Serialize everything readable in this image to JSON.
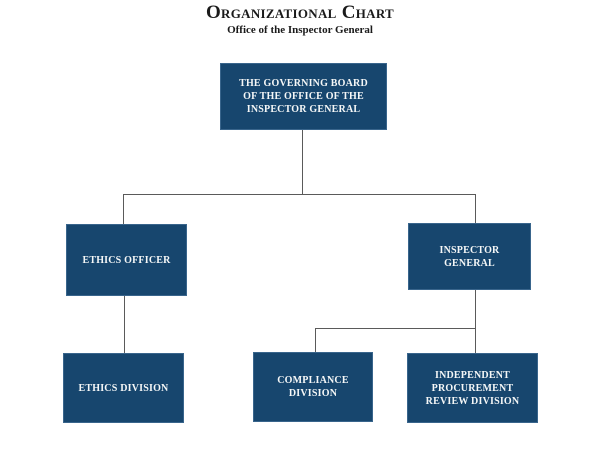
{
  "page": {
    "title": "Organizational Chart",
    "subtitle": "Office of the Inspector General"
  },
  "colors": {
    "background": "#ffffff",
    "box_fill": "#17466e",
    "box_border": "#39658c",
    "box_text": "#f5f7f7",
    "connector": "#5a5a5a",
    "title_text": "#1a1a1a"
  },
  "chart": {
    "type": "org-chart",
    "nodes": [
      {
        "id": "governing-board",
        "label": "THE GOVERNING BOARD OF THE OFFICE OF THE INSPECTOR GENERAL",
        "level": 1
      },
      {
        "id": "ethics-officer",
        "label": "ETHICS OFFICER",
        "level": 2
      },
      {
        "id": "inspector-general",
        "label": "INSPECTOR GENERAL",
        "level": 2
      },
      {
        "id": "ethics-division",
        "label": "ETHICS DIVISION",
        "level": 3
      },
      {
        "id": "compliance-division",
        "label": "COMPLIANCE DIVISION",
        "level": 3
      },
      {
        "id": "independent-procurement-review-division",
        "label": "INDEPENDENT PROCUREMENT REVIEW DIVISION",
        "level": 3
      }
    ],
    "edges": [
      {
        "from": "governing-board",
        "to": "ethics-officer"
      },
      {
        "from": "governing-board",
        "to": "inspector-general"
      },
      {
        "from": "ethics-officer",
        "to": "ethics-division"
      },
      {
        "from": "inspector-general",
        "to": "compliance-division"
      },
      {
        "from": "inspector-general",
        "to": "independent-procurement-review-division"
      }
    ]
  }
}
